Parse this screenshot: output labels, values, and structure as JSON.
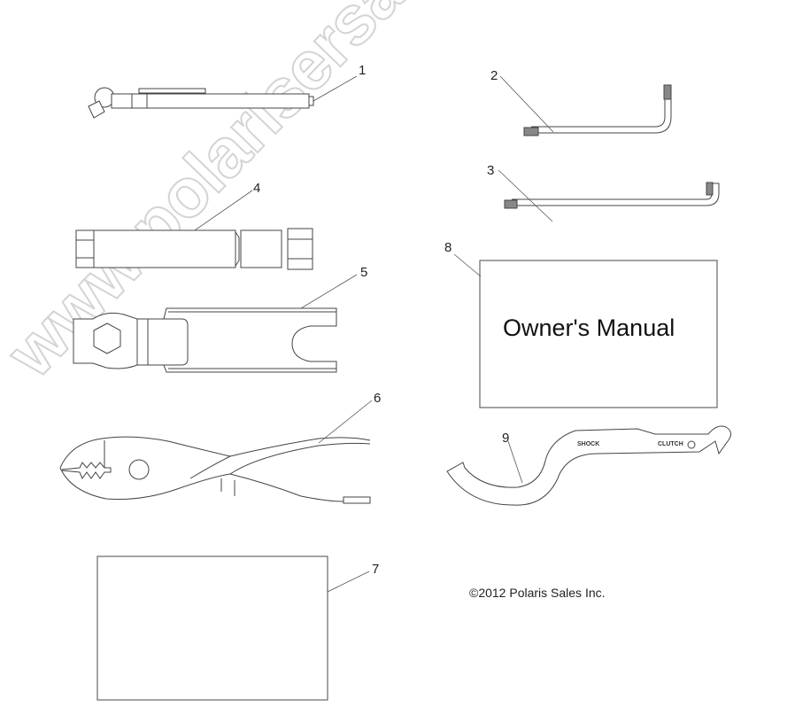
{
  "diagram": {
    "watermark": "www.polarisersatzteile.de",
    "callouts": [
      {
        "id": "1",
        "label": "1"
      },
      {
        "id": "2",
        "label": "2"
      },
      {
        "id": "3",
        "label": "3"
      },
      {
        "id": "4",
        "label": "4"
      },
      {
        "id": "5",
        "label": "5"
      },
      {
        "id": "6",
        "label": "6"
      },
      {
        "id": "7",
        "label": "7"
      },
      {
        "id": "8",
        "label": "8"
      },
      {
        "id": "9",
        "label": "9"
      }
    ],
    "parts": {
      "tire_gauge": {
        "callout": "1"
      },
      "torx_wrench_large": {
        "callout": "2"
      },
      "torx_wrench_small": {
        "callout": "3"
      },
      "spark_plug_socket": {
        "callout": "4"
      },
      "open_end_wrench": {
        "callout": "5"
      },
      "pliers": {
        "callout": "6"
      },
      "blank_card": {
        "callout": "7"
      },
      "owners_manual": {
        "callout": "8",
        "title": "Owner's Manual"
      },
      "spanner_wrench": {
        "callout": "9",
        "markings": [
          "SHOCK",
          "CLUTCH"
        ]
      }
    },
    "copyright": "©2012 Polaris Sales Inc."
  }
}
